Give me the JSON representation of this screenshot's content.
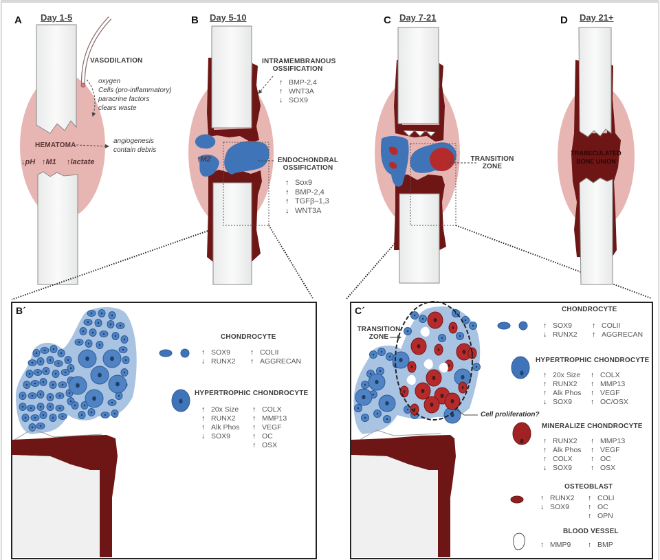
{
  "panels": {
    "A": {
      "letter": "A",
      "day": "Day 1-5",
      "vasodilation": "VASODILATION",
      "vessel_effects": [
        "oxygen",
        "Cells (pro-inflammatory)",
        "paracrine factors",
        "clears waste"
      ],
      "hematoma": "HEMATOMA",
      "hematoma_effects": [
        "angiogenesis",
        "contain debris"
      ],
      "markers": [
        {
          "dir": "down",
          "label": "pH"
        },
        {
          "dir": "up",
          "label": "M1"
        },
        {
          "dir": "up",
          "label": "lactate"
        }
      ]
    },
    "B": {
      "letter": "B",
      "day": "Day 5-10",
      "intramembranous_title": [
        "INTRAMEMBRANOUS",
        "OSSIFICATION"
      ],
      "intramembranous_markers": [
        {
          "dir": "up",
          "label": "BMP-2,4"
        },
        {
          "dir": "up",
          "label": "WNT3A"
        },
        {
          "dir": "down",
          "label": "SOX9"
        }
      ],
      "m2_label": "M2",
      "endochondral_title": [
        "ENDOCHONDRAL",
        "OSSIFICATION"
      ],
      "endochondral_markers": [
        {
          "dir": "up",
          "label": "Sox9"
        },
        {
          "dir": "up",
          "label": "BMP-2,4"
        },
        {
          "dir": "up",
          "label": "TGFβ–1,3"
        },
        {
          "dir": "down",
          "label": "WNT3A"
        }
      ]
    },
    "C": {
      "letter": "C",
      "day": "Day 7-21",
      "transition_zone": [
        "TRANSITION",
        "ZONE"
      ]
    },
    "D": {
      "letter": "D",
      "day": "Day 21+",
      "union": [
        "TRABECULATED",
        "BONE UNION"
      ]
    },
    "B_prime": {
      "letter": "B´",
      "chondrocyte": {
        "title": "CHONDROCYTE",
        "left": [
          {
            "dir": "up",
            "label": "SOX9"
          },
          {
            "dir": "down",
            "label": "RUNX2"
          }
        ],
        "right": [
          {
            "dir": "up",
            "label": "COLII"
          },
          {
            "dir": "up",
            "label": "AGGRECAN"
          }
        ]
      },
      "hypertrophic": {
        "title": "HYPERTROPHIC CHONDROCYTE",
        "left": [
          {
            "dir": "up",
            "label": "20x Size"
          },
          {
            "dir": "up",
            "label": "RUNX2"
          },
          {
            "dir": "up",
            "label": "Alk Phos"
          },
          {
            "dir": "down",
            "label": "SOX9"
          }
        ],
        "right": [
          {
            "dir": "up",
            "label": "COLX"
          },
          {
            "dir": "up",
            "label": "MMP13"
          },
          {
            "dir": "up",
            "label": "VEGF"
          },
          {
            "dir": "up",
            "label": "OC"
          },
          {
            "dir": "up",
            "label": "OSX"
          }
        ]
      }
    },
    "C_prime": {
      "letter": "C´",
      "transition_zone": [
        "TRANSITION",
        "ZONE"
      ],
      "cell_proliferation": "Cell proliferation?",
      "chondrocyte": {
        "title": "CHONDROCYTE",
        "left": [
          {
            "dir": "up",
            "label": "SOX9"
          },
          {
            "dir": "down",
            "label": "RUNX2"
          }
        ],
        "right": [
          {
            "dir": "up",
            "label": "COLII"
          },
          {
            "dir": "up",
            "label": "AGGRECAN"
          }
        ]
      },
      "hypertrophic": {
        "title": "HYPERTROPHIC CHONDROCYTE",
        "left": [
          {
            "dir": "up",
            "label": "20x Size"
          },
          {
            "dir": "up",
            "label": "RUNX2"
          },
          {
            "dir": "up",
            "label": "Alk Phos"
          },
          {
            "dir": "down",
            "label": "SOX9"
          }
        ],
        "right": [
          {
            "dir": "up",
            "label": "COLX"
          },
          {
            "dir": "up",
            "label": "MMP13"
          },
          {
            "dir": "up",
            "label": "VEGF"
          },
          {
            "dir": "up",
            "label": "OC/OSX"
          }
        ]
      },
      "mineralize": {
        "title": "MINERALIZE CHONDROCYTE",
        "left": [
          {
            "dir": "up",
            "label": "RUNX2"
          },
          {
            "dir": "up",
            "label": "Alk Phos"
          },
          {
            "dir": "up",
            "label": "COLX"
          },
          {
            "dir": "down",
            "label": "SOX9"
          }
        ],
        "right": [
          {
            "dir": "up",
            "label": "MMP13"
          },
          {
            "dir": "up",
            "label": "VEGF"
          },
          {
            "dir": "up",
            "label": "OC"
          },
          {
            "dir": "up",
            "label": "OSX"
          }
        ]
      },
      "osteoblast": {
        "title": "OSTEOBLAST",
        "left": [
          {
            "dir": "up",
            "label": "RUNX2"
          },
          {
            "dir": "down",
            "label": "SOX9"
          }
        ],
        "right": [
          {
            "dir": "up",
            "label": "COLI"
          },
          {
            "dir": "up",
            "label": "OC"
          },
          {
            "dir": "up",
            "label": "OPN"
          }
        ]
      },
      "blood_vessel": {
        "title": "BLOOD VESSEL",
        "left": [
          {
            "dir": "up",
            "label": "MMP9"
          }
        ],
        "right": [
          {
            "dir": "up",
            "label": "BMP"
          }
        ]
      }
    }
  },
  "arrows": {
    "up": "↑",
    "down": "↓"
  },
  "colors": {
    "hematoma": "#e8b4b4",
    "bone": "#f1f2f1",
    "woven_bone": "#6e1616",
    "cartilage": "#3f74b8",
    "cartilage_matrix": "#a9c3e3",
    "mineralized": "#b52b2b"
  }
}
